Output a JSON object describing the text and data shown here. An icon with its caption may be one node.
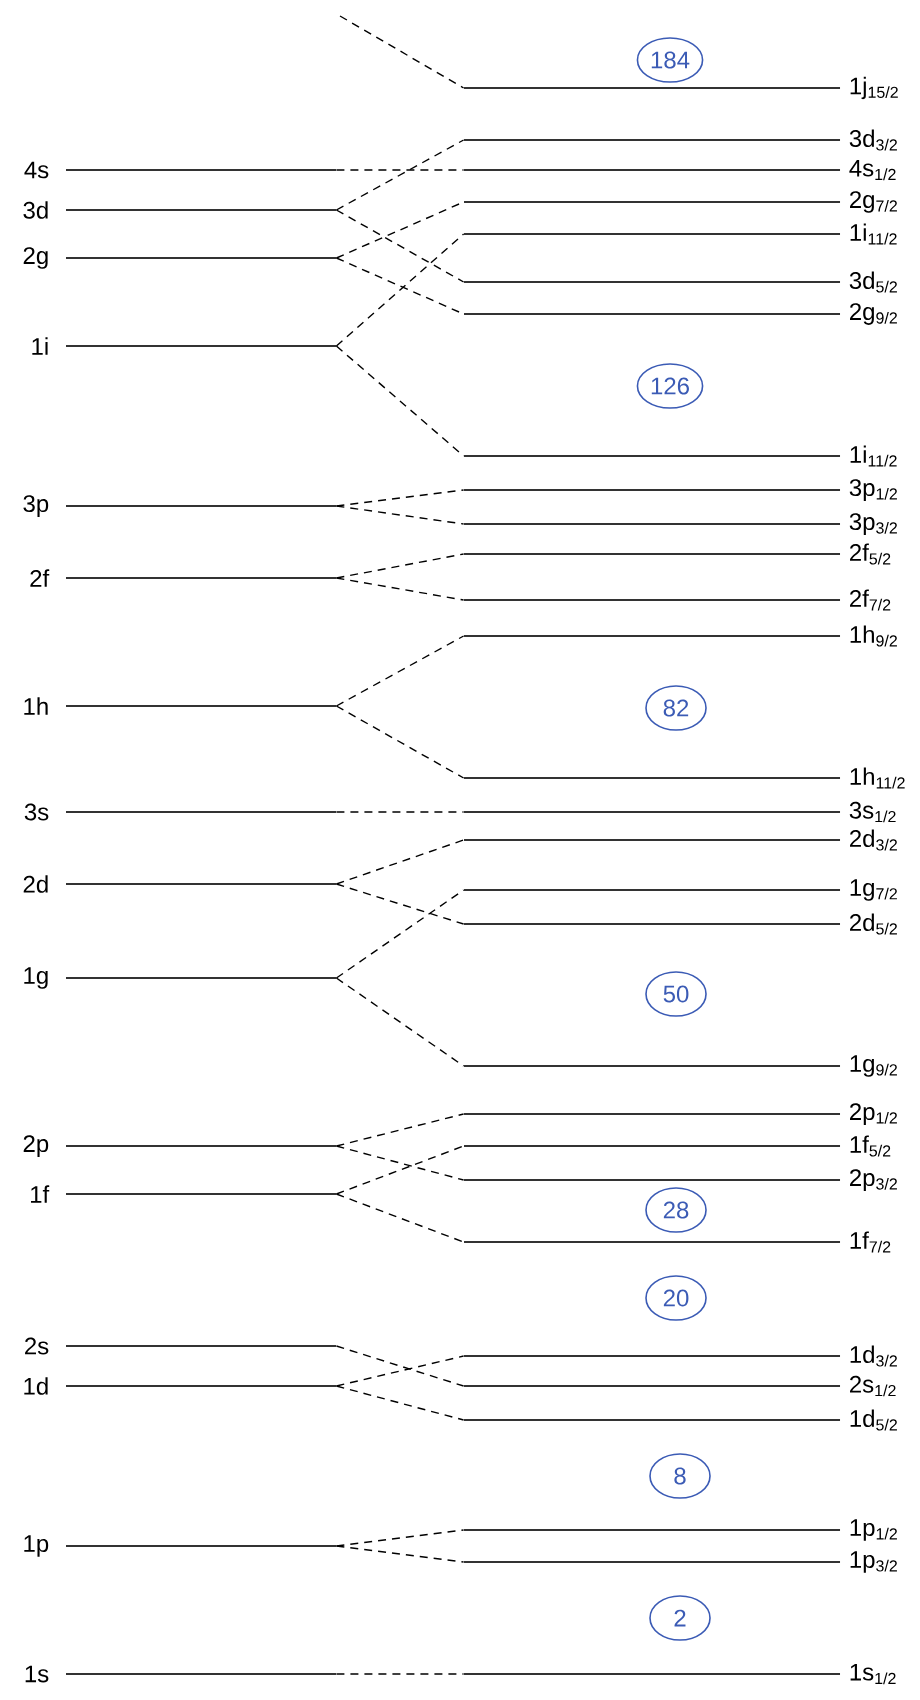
{
  "diagram": {
    "nodes": [
      {
        "text": [
          "4s"
        ]
      },
      {
        "text": [
          "3d"
        ]
      },
      {
        "text": [
          "2g"
        ]
      },
      {
        "text": [
          "1i"
        ]
      },
      {
        "text": [
          "3p"
        ]
      },
      {
        "text": [
          "2f"
        ]
      },
      {
        "text": [
          "1h"
        ]
      },
      {
        "text": [
          "3s"
        ]
      },
      {
        "text": [
          "2d"
        ]
      },
      {
        "text": [
          "1g"
        ]
      },
      {
        "text": [
          "2p"
        ]
      },
      {
        "text": [
          "1f"
        ]
      },
      {
        "text": [
          "2s"
        ]
      },
      {
        "text": [
          "1d"
        ]
      },
      {
        "text": [
          "1p"
        ]
      },
      {
        "text": [
          "1s"
        ]
      },
      {
        "text": [
          "1j$_{15/2}$"
        ]
      },
      {
        "text": [
          "3d$_{3/2}$"
        ]
      },
      {
        "text": [
          "4s$_{1/2}$"
        ]
      },
      {
        "text": [
          "2g$_{7/2}$"
        ]
      },
      {
        "text": [
          "1i$_{11/2}$"
        ]
      },
      {
        "text": [
          "3d$_{5/2}$"
        ]
      },
      {
        "text": [
          "2g$_{9/2}$"
        ]
      },
      {
        "text": [
          "1i$_{11/2}$"
        ]
      },
      {
        "text": [
          "3p$_{1/2}$"
        ]
      },
      {
        "text": [
          "3p$_{3/2}$"
        ]
      },
      {
        "text": [
          "2f$_{5/2}$"
        ]
      },
      {
        "text": [
          "2f$_{7/2}$"
        ]
      },
      {
        "text": [
          "1h$_{9/2}$"
        ]
      },
      {
        "text": [
          "1h$_{11/2}$"
        ]
      },
      {
        "text": [
          "3s$_{1/2}$"
        ]
      },
      {
        "text": [
          "2d$_{3/2}$"
        ]
      },
      {
        "text": [
          "1g$_{7/2}$"
        ]
      },
      {
        "text": [
          "2d$_{5/2}$"
        ]
      },
      {
        "text": [
          "1g$_{9/2}$"
        ]
      },
      {
        "text": [
          "2p$_{1/2}$"
        ]
      },
      {
        "text": [
          "1f$_{5/2}$"
        ]
      },
      {
        "text": [
          "2p$_{3/2}$"
        ]
      },
      {
        "text": [
          "1f$_{7/2}$"
        ]
      },
      {
        "text": [
          "1d$_{3/2}$"
        ]
      },
      {
        "text": [
          "2s$_{1/2}$"
        ]
      },
      {
        "text": [
          "1d$_{5/2}$"
        ]
      },
      {
        "text": [
          "1p$_{1/2}$"
        ]
      },
      {
        "text": [
          "1p$_{3/2}$"
        ]
      },
      {
        "text": [
          "1s$_{1/2}$"
        ]
      },
      {
        "text": [
          "184"
        ]
      },
      {
        "text": [
          "126"
        ]
      },
      {
        "text": [
          "82"
        ]
      },
      {
        "text": [
          "50"
        ]
      },
      {
        "text": [
          "28"
        ]
      },
      {
        "text": [
          "20"
        ]
      },
      {
        "text": [
          "8"
        ]
      },
      {
        "text": [
          "2"
        ]
      }
    ],
    "edges": [
      {
        "from": null,
        "to": 16,
        "arrow": "none",
        "style": "dashed"
      },
      {
        "from": 0,
        "to": 18,
        "arrow": "none",
        "style": "dashed"
      },
      {
        "from": 1,
        "to": 17,
        "arrow": "none",
        "style": "dashed"
      },
      {
        "from": 1,
        "to": 21,
        "arrow": "none",
        "style": "dashed"
      },
      {
        "from": 2,
        "to": 19,
        "arrow": "none",
        "style": "dashed"
      },
      {
        "from": 2,
        "to": 22,
        "arrow": "none",
        "style": "dashed"
      },
      {
        "from": 3,
        "to": 20,
        "arrow": "none",
        "style": "dashed"
      },
      {
        "from": 3,
        "to": 23,
        "arrow": "none",
        "style": "dashed"
      },
      {
        "from": 4,
        "to": 24,
        "arrow": "none",
        "style": "dashed"
      },
      {
        "from": 4,
        "to": 25,
        "arrow": "none",
        "style": "dashed"
      },
      {
        "from": 5,
        "to": 26,
        "arrow": "none",
        "style": "dashed"
      },
      {
        "from": 5,
        "to": 27,
        "arrow": "none",
        "style": "dashed"
      },
      {
        "from": 6,
        "to": 28,
        "arrow": "none",
        "style": "dashed"
      },
      {
        "from": 6,
        "to": 29,
        "arrow": "none",
        "style": "dashed"
      },
      {
        "from": 7,
        "to": 30,
        "arrow": "none",
        "style": "dashed"
      },
      {
        "from": 8,
        "to": 31,
        "arrow": "none",
        "style": "dashed"
      },
      {
        "from": 8,
        "to": 33,
        "arrow": "none",
        "style": "dashed"
      },
      {
        "from": 9,
        "to": 32,
        "arrow": "none",
        "style": "dashed"
      },
      {
        "from": 9,
        "to": 34,
        "arrow": "none",
        "style": "dashed"
      },
      {
        "from": 10,
        "to": 35,
        "arrow": "none",
        "style": "dashed"
      },
      {
        "from": 10,
        "to": 37,
        "arrow": "none",
        "style": "dashed"
      },
      {
        "from": 11,
        "to": 36,
        "arrow": "none",
        "style": "dashed"
      },
      {
        "from": 11,
        "to": 38,
        "arrow": "none",
        "style": "dashed"
      },
      {
        "from": 12,
        "to": 40,
        "arrow": "none",
        "style": "dashed"
      },
      {
        "from": 13,
        "to": 39,
        "arrow": "none",
        "style": "dashed"
      },
      {
        "from": 13,
        "to": 41,
        "arrow": "none",
        "style": "dashed"
      },
      {
        "from": 14,
        "to": 42,
        "arrow": "none",
        "style": "dashed"
      },
      {
        "from": 14,
        "to": 43,
        "arrow": "none",
        "style": "dashed"
      },
      {
        "from": 15,
        "to": 44,
        "arrow": "none",
        "style": "dashed"
      }
    ]
  }
}
